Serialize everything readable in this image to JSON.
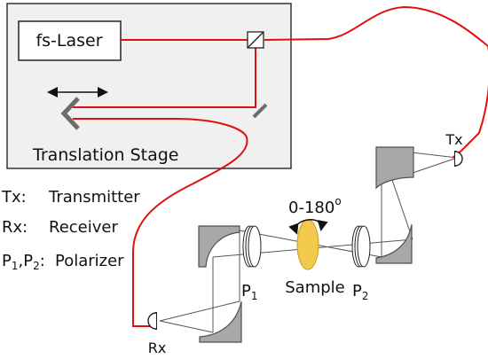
{
  "colors": {
    "laser": "#e01010",
    "panel_fill": "#f0f0f0",
    "mirror_fill": "#a8a8a8",
    "mirror_edge": "#505050",
    "thz_beam": "#555555",
    "sample": "#f2c94c"
  },
  "labels": {
    "laser_box": "fs-Laser",
    "stage": "Translation Stage",
    "rotation": "0-180",
    "rotation_unit": "o",
    "sample": "Sample",
    "tx": "Tx",
    "rx": "Rx",
    "p1_main": "P",
    "p1_sub": "1",
    "p2_main": "P",
    "p2_sub": "2"
  },
  "legend": [
    {
      "key": "Tx:",
      "value": "Transmitter"
    },
    {
      "key": "Rx:",
      "value": "Receiver"
    },
    {
      "key_parts": [
        "P",
        "1",
        ",P",
        "2",
        ":"
      ],
      "value": "Polarizer"
    }
  ]
}
